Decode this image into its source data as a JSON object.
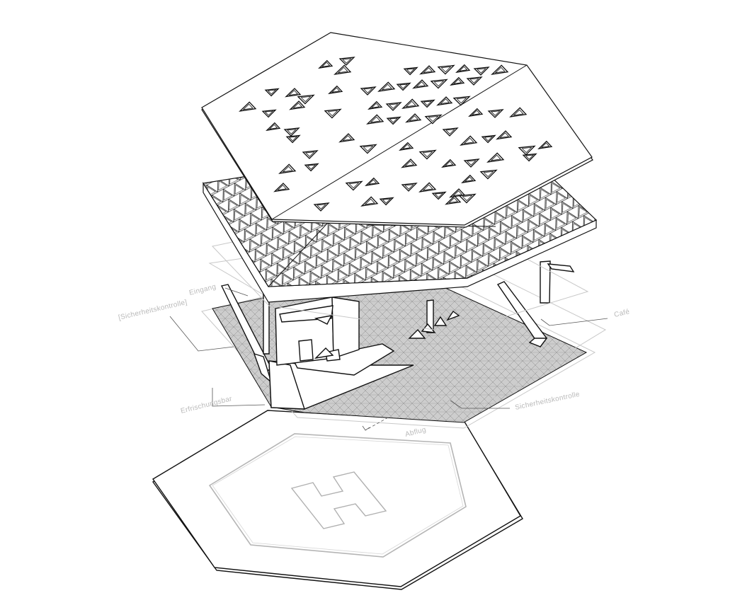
{
  "labels": {
    "eingang": "Eingang",
    "sicherheitskontrolle_bracket": "[Sicherheitskontrolle]",
    "cafe": "Café",
    "erfrischungsbar": "Erfrischungsbar",
    "sicherheitskontrolle": "Sicherheitskontrolle",
    "abflug": "Abflug"
  },
  "colors": {
    "line": "#111111",
    "label": "#b9b9b9",
    "floor": "#c9c9c9",
    "ghost": "#c8c8c8"
  }
}
